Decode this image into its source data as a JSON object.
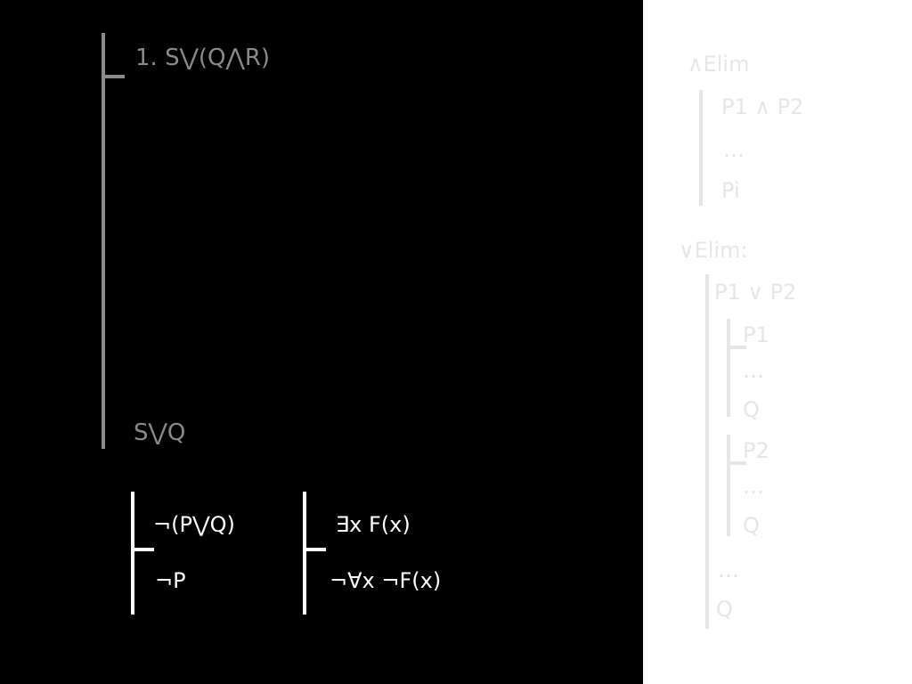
{
  "main_proof": {
    "premise": "1.  S⋁(Q⋀R)",
    "conclusion": "S⋁Q"
  },
  "proof_a": {
    "premise": "¬(P⋁Q)",
    "conclusion": "¬P"
  },
  "proof_b": {
    "premise": "∃x F(x)",
    "conclusion": "¬∀x ¬F(x)"
  },
  "and_elim": {
    "title": "∧Elim",
    "line1": "P1 ∧ P2",
    "dots": "…",
    "line3": "Pi"
  },
  "or_elim": {
    "title": "∨Elim:",
    "premise": "P1 ∨ P2",
    "sub1": {
      "assume": "P1",
      "dots": "…",
      "result": "Q"
    },
    "sub2": {
      "assume": "P2",
      "dots": "…",
      "result": "Q"
    },
    "dots": "…",
    "conclusion": "Q"
  },
  "colors": {
    "background_left": "#000000",
    "main_text": "#8a8a8a",
    "exercise_text": "#ffffff",
    "rule_text": "#e6e6e6"
  }
}
